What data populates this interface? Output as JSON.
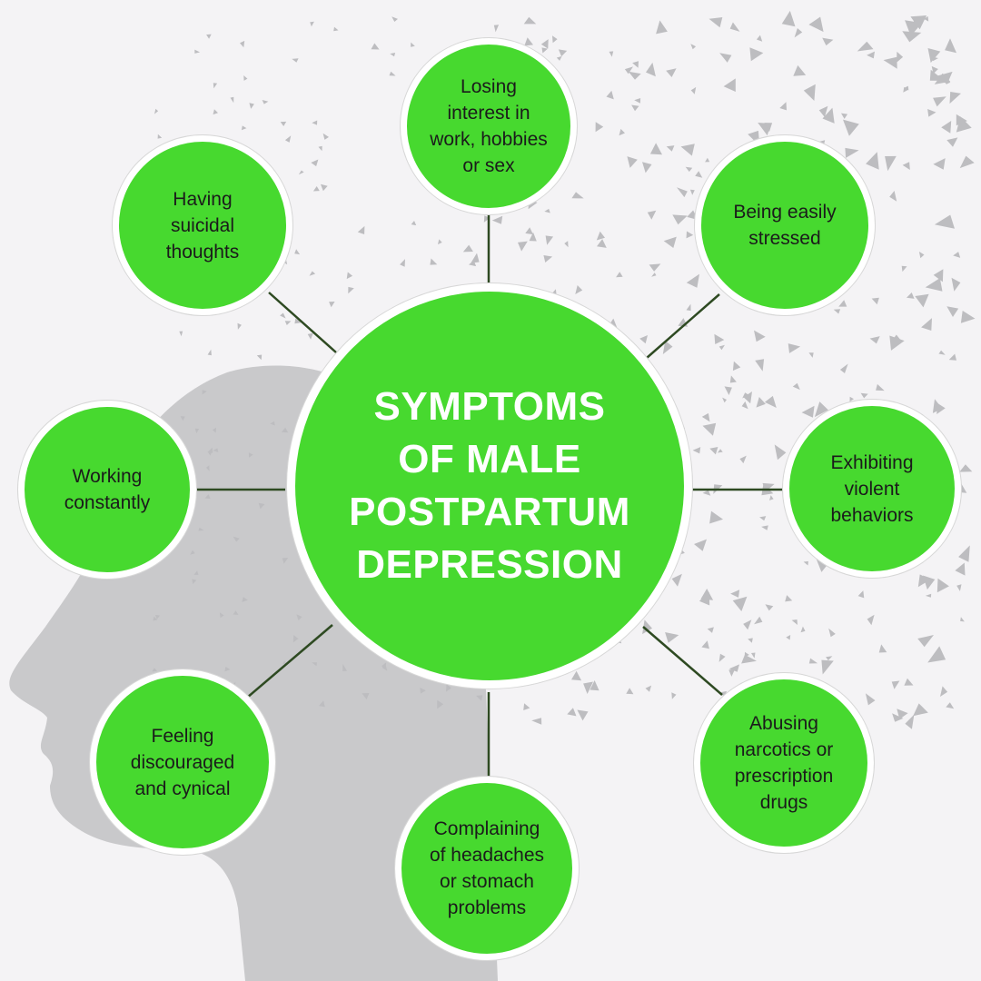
{
  "title": "SYMPTOMS\nOF MALE\nPOSTPARTUM\nDEPRESSION",
  "symptoms": [
    "Losing\ninterest in\nwork, hobbies\nor sex",
    "Being easily\nstressed",
    "Exhibiting\nviolent\nbehaviors",
    "Abusing\nnarcotics or\nprescription\ndrugs",
    "Complaining\nof headaches\nor stomach\nproblems",
    "Feeling\ndiscouraged\nand cynical",
    "Working\nconstantly",
    "Having\nsuicidal\nthoughts"
  ],
  "colors": {
    "node": "#47d92f",
    "connector": "#2e4a22",
    "head": "#c9c9cb",
    "dots": "#bdbdc0",
    "background": "#f4f3f5"
  },
  "icons": {
    "background": "head-silhouette-icon"
  }
}
